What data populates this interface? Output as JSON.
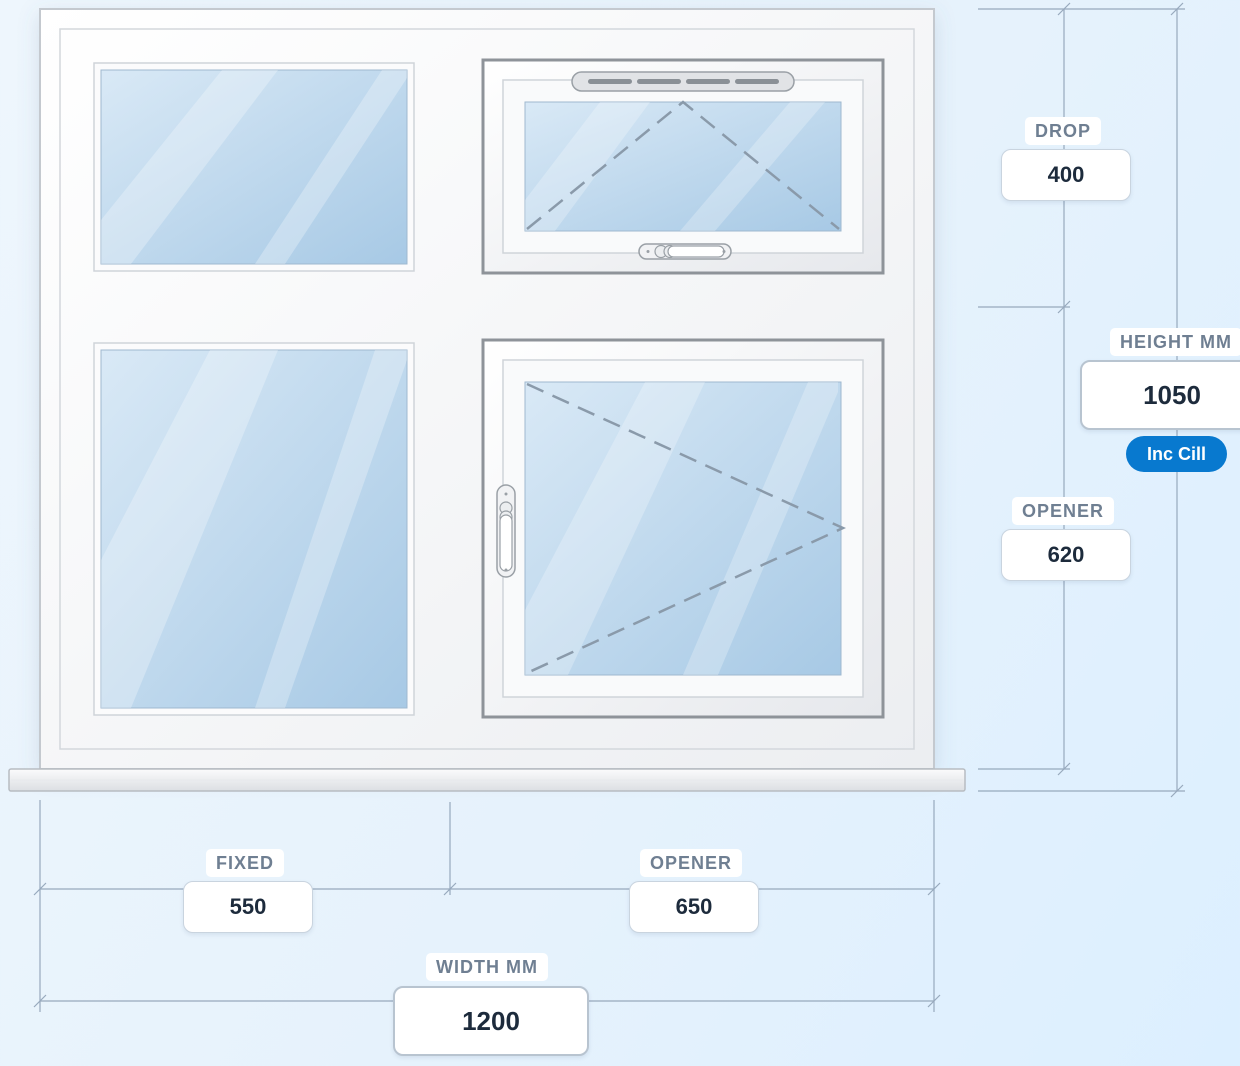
{
  "top_section": {
    "label": "DROP",
    "value": "400"
  },
  "height": {
    "label": "HEIGHT MM",
    "value": "1050",
    "badge": "Inc Cill"
  },
  "bottom_section": {
    "label": "OPENER",
    "value": "620"
  },
  "left_pane": {
    "label": "FIXED",
    "value": "550"
  },
  "right_pane": {
    "label": "OPENER",
    "value": "650"
  },
  "width": {
    "label": "WIDTH MM",
    "value": "1200"
  },
  "colors": {
    "frame": "#f7f8fa",
    "glass": "#b3d1ea",
    "dimension_line": "#97a9bd",
    "badge": "#0879cf"
  }
}
